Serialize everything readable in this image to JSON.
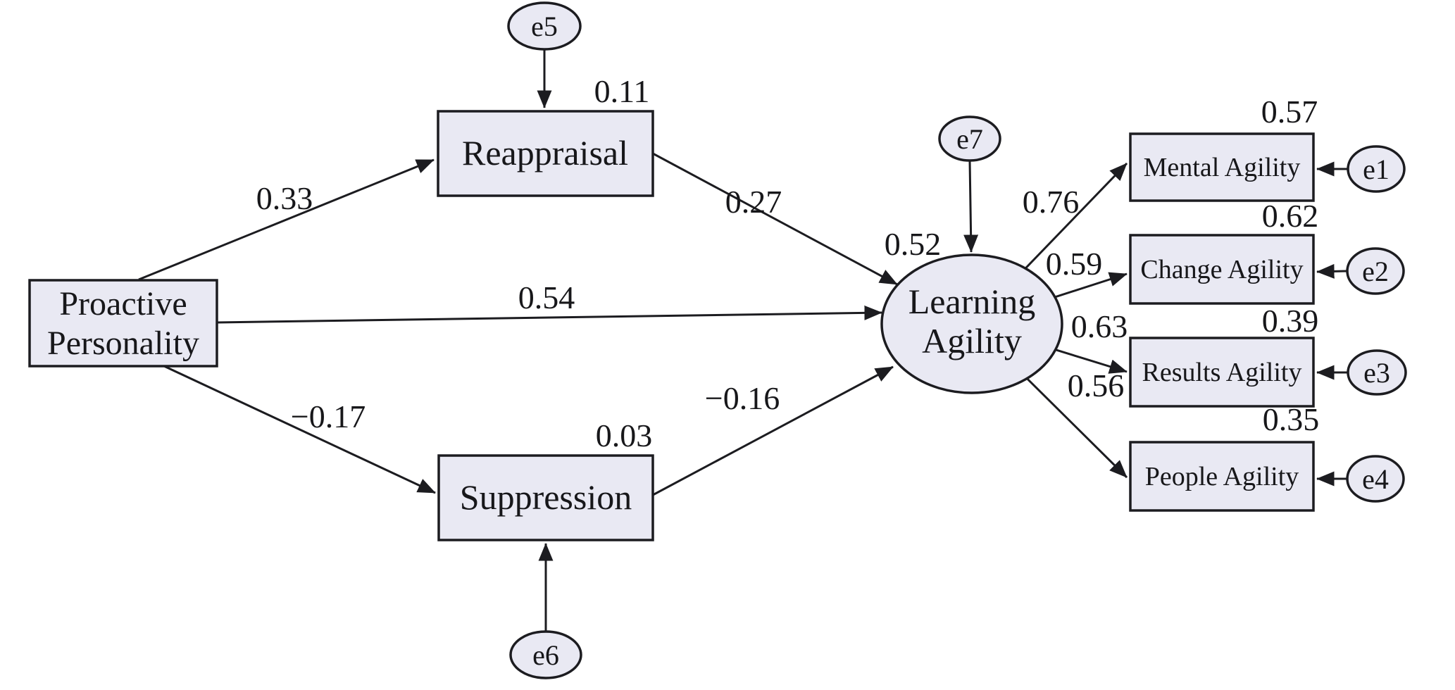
{
  "figure": {
    "type": "sem-path-diagram",
    "colors": {
      "node_fill": "#e9e9f3",
      "stroke": "#1c1c20",
      "text": "#17171a",
      "background": "#ffffff"
    },
    "nodes": {
      "proactive_personality": {
        "line1": "Proactive",
        "line2": "Personality"
      },
      "reappraisal": {
        "label": "Reappraisal",
        "variance_explained": "0.11"
      },
      "suppression": {
        "label": "Suppression",
        "variance_explained": "0.03"
      },
      "learning_agility": {
        "line1": "Learning",
        "line2": "Agility",
        "variance_explained": "0.52"
      },
      "mental_agility": {
        "label": "Mental Agility",
        "variance_explained": "0.57"
      },
      "change_agility": {
        "label": "Change Agility",
        "variance_explained": "0.62"
      },
      "results_agility": {
        "label": "Results Agility",
        "variance_explained": "0.39"
      },
      "people_agility": {
        "label": "People Agility",
        "variance_explained": "0.35"
      },
      "error_terms": {
        "e1": "e1",
        "e2": "e2",
        "e3": "e3",
        "e4": "e4",
        "e5": "e5",
        "e6": "e6",
        "e7": "e7"
      }
    },
    "path_coefficients": {
      "proactive_to_reappraisal": "0.33",
      "proactive_to_learning_agility": "0.54",
      "proactive_to_suppression": "−0.17",
      "reappraisal_to_learning_agility": "0.27",
      "suppression_to_learning_agility": "−0.16",
      "learning_agility_to_mental": "0.76",
      "learning_agility_to_change": "0.59",
      "learning_agility_to_results": "0.63",
      "learning_agility_to_people": "0.56"
    }
  }
}
